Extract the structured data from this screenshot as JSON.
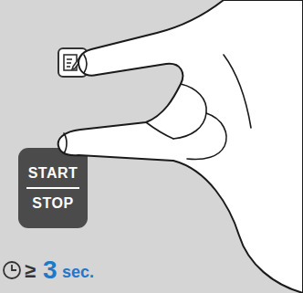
{
  "diagram": {
    "nodes": [
      {
        "text": [
          "START",
          "STOP"
        ]
      }
    ],
    "labels": [
      "≥",
      "3",
      "sec."
    ]
  }
}
